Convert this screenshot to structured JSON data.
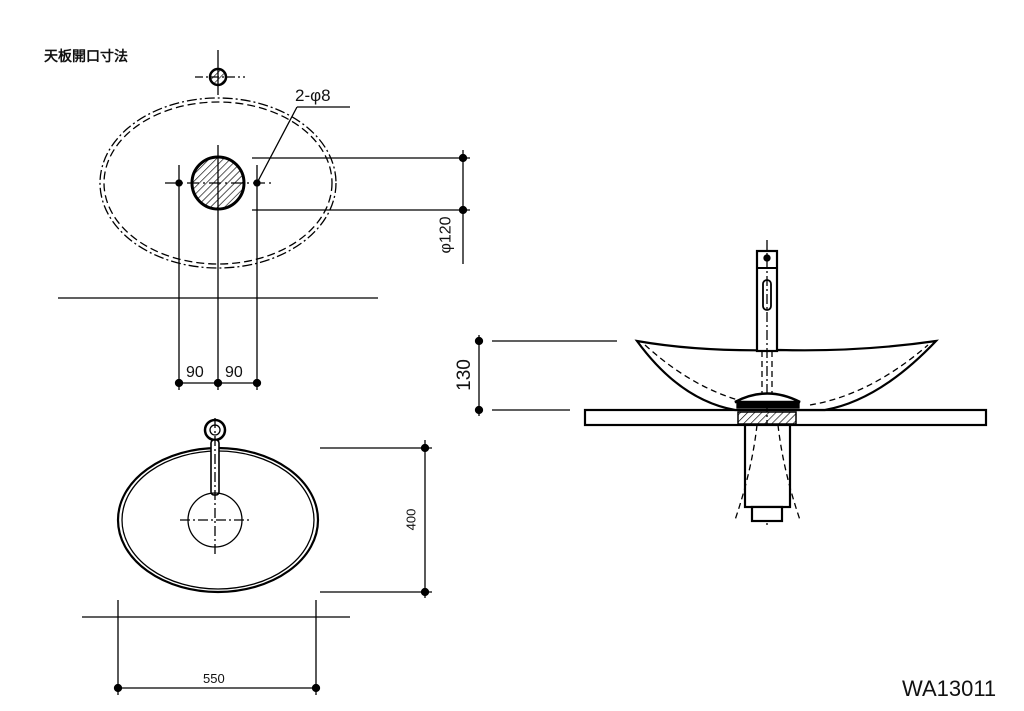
{
  "title": "天板開口寸法",
  "model_code": "WA13011",
  "dimensions": {
    "hole_spec": "2-φ8",
    "drain_diameter": "φ120",
    "offset_left": "90",
    "offset_right": "90",
    "bowl_height": "130",
    "bowl_depth": "400",
    "bowl_width": "550"
  }
}
